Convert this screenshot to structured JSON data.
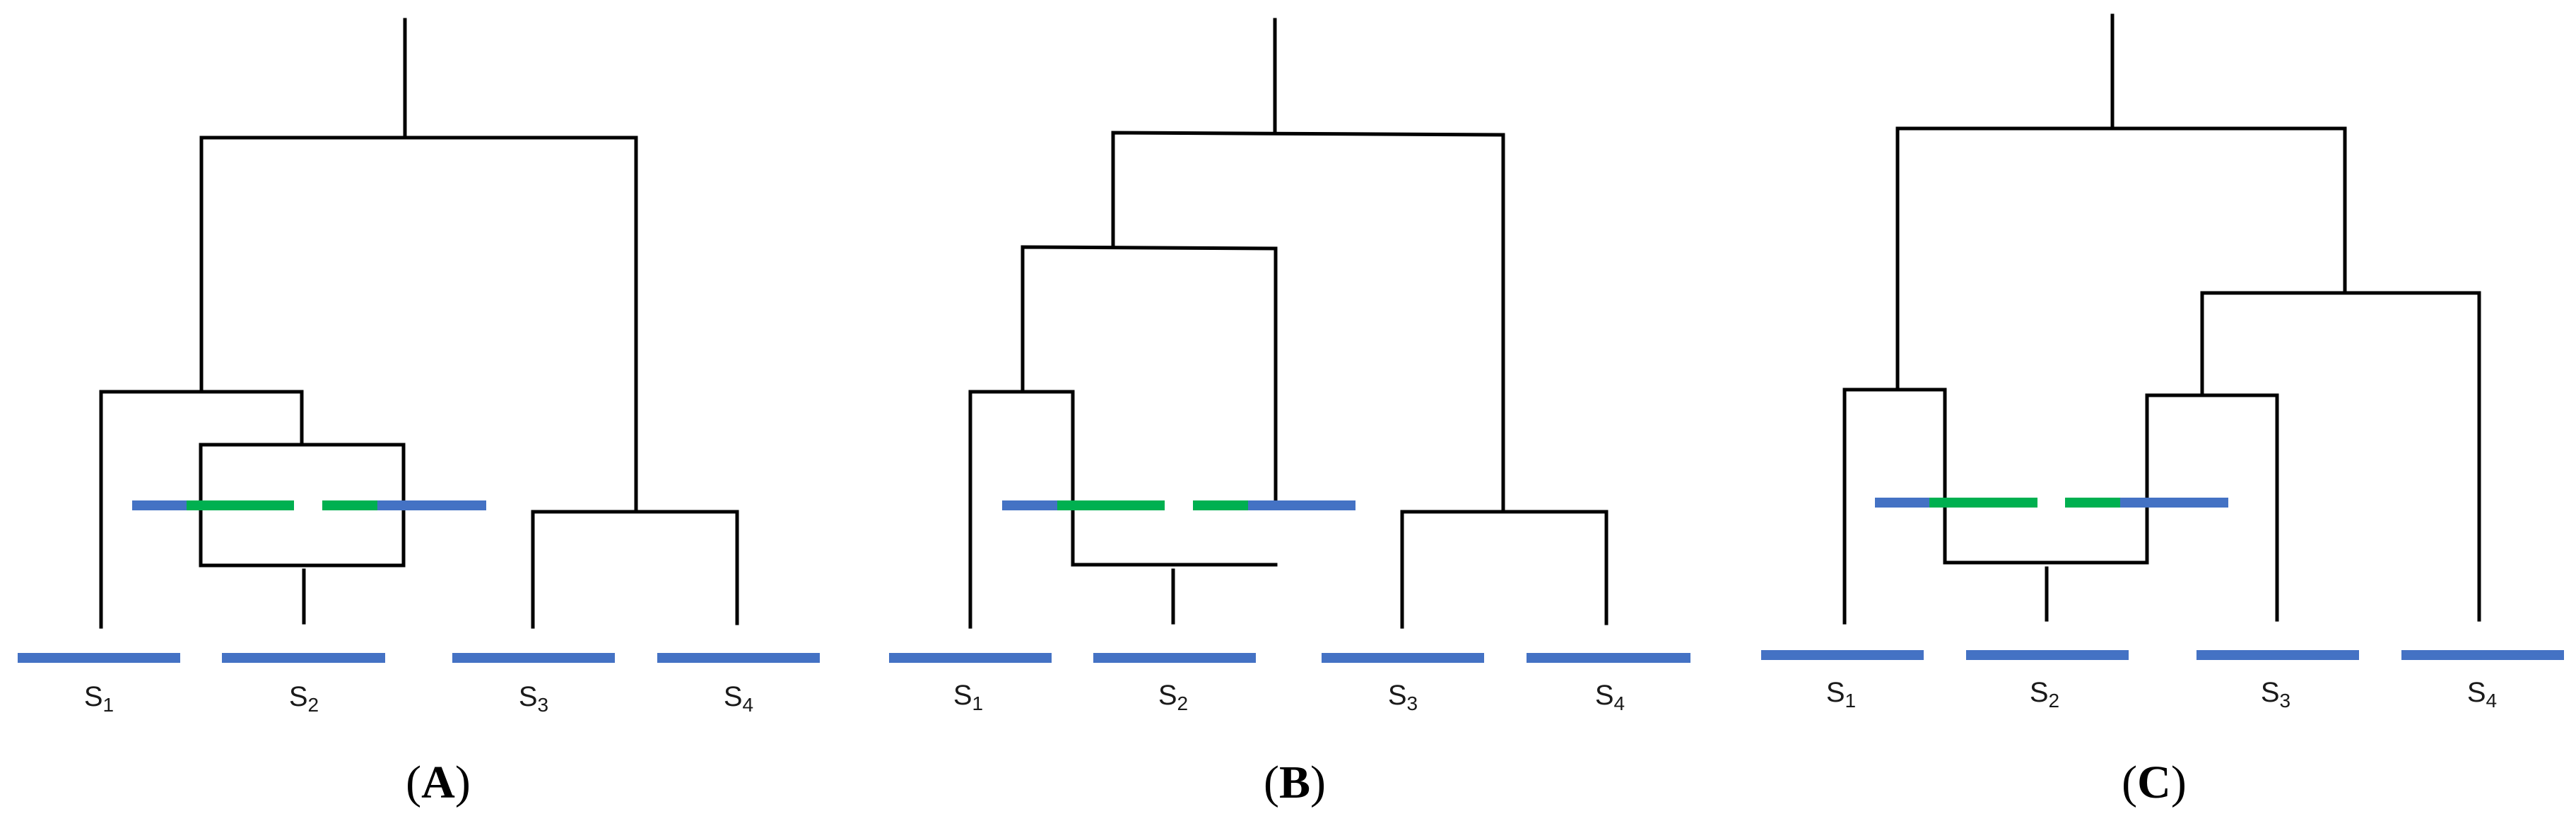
{
  "figure": {
    "colors": {
      "edge": "#000000",
      "sequence": "#4472C4",
      "shared_segment": "#00B050"
    },
    "panels": [
      {
        "id": "A",
        "label_open": "(",
        "label_letter": "A",
        "label_close": ")",
        "leaves": [
          {
            "base": "S",
            "sub": "1"
          },
          {
            "base": "S",
            "sub": "2"
          },
          {
            "base": "S",
            "sub": "3"
          },
          {
            "base": "S",
            "sub": "4"
          }
        ]
      },
      {
        "id": "B",
        "label_open": "(",
        "label_letter": "B",
        "label_close": ")",
        "leaves": [
          {
            "base": "S",
            "sub": "1"
          },
          {
            "base": "S",
            "sub": "2"
          },
          {
            "base": "S",
            "sub": "3"
          },
          {
            "base": "S",
            "sub": "4"
          }
        ]
      },
      {
        "id": "C",
        "label_open": "(",
        "label_letter": "C",
        "label_close": ")",
        "leaves": [
          {
            "base": "S",
            "sub": "1"
          },
          {
            "base": "S",
            "sub": "2"
          },
          {
            "base": "S",
            "sub": "3"
          },
          {
            "base": "S",
            "sub": "4"
          }
        ]
      }
    ]
  }
}
